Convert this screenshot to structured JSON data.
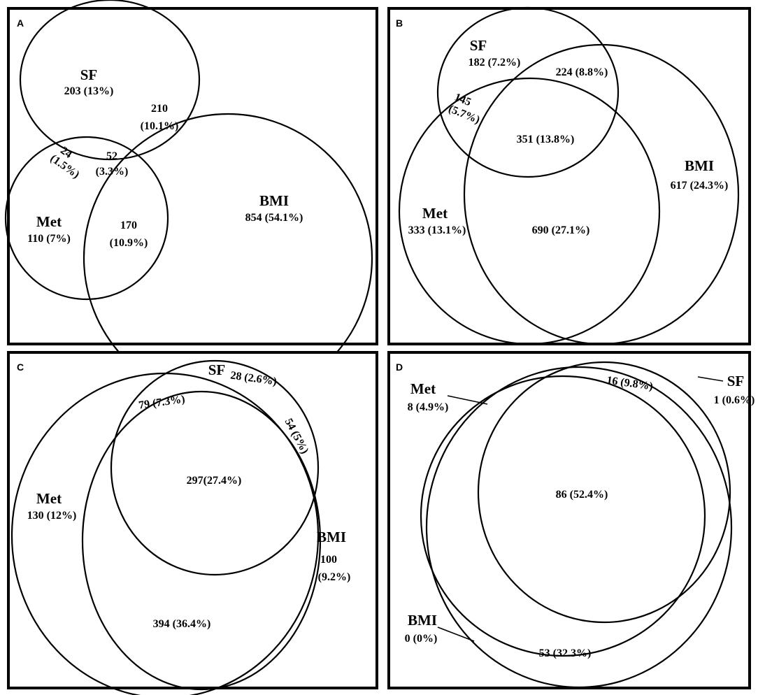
{
  "panels": {
    "a": {
      "letter": "A",
      "sets": {
        "sf": "SF",
        "met": "Met",
        "bmi": "BMI"
      },
      "regions": {
        "sf_only": "203 (13%)",
        "sf_bmi_1": "210",
        "sf_bmi_2": "(10.1%)",
        "sf_met_1": "24",
        "sf_met_2": "(1.5%)",
        "all_1": "52",
        "all_2": "(3.3%)",
        "met_only": "110 (7%)",
        "met_bmi_1": "170",
        "met_bmi_2": "(10.9%)",
        "bmi_only": "854 (54.1%)"
      }
    },
    "b": {
      "letter": "B",
      "sets": {
        "sf": "SF",
        "met": "Met",
        "bmi": "BMI"
      },
      "regions": {
        "sf_only": "182 (7.2%)",
        "sf_bmi": "224 (8.8%)",
        "sf_met_1": "145",
        "sf_met_2": "(5.7%)",
        "all": "351 (13.8%)",
        "bmi_only": "617 (24.3%)",
        "met_only": "333 (13.1%)",
        "met_bmi": "690 (27.1%)"
      }
    },
    "c": {
      "letter": "C",
      "sets": {
        "sf": "SF",
        "met": "Met",
        "bmi": "BMI"
      },
      "regions": {
        "sf_only": "28 (2.6%)",
        "sf_met": "79 (7.3%)",
        "sf_bmi": "54 (5%)",
        "all": "297(27.4%)",
        "met_only": "130 (12%)",
        "bmi_only_1": "100",
        "bmi_only_2": "(9.2%)",
        "met_bmi": "394 (36.4%)"
      }
    },
    "d": {
      "letter": "D",
      "sets": {
        "sf": "SF",
        "met": "Met",
        "bmi": "BMI"
      },
      "regions": {
        "met_only": "8 (4.9%)",
        "sf_met": "16 (9.8%)",
        "sf_only": "1 (0.6%)",
        "all": "86 (52.4%)",
        "bmi_only": "0 (0%)",
        "met_bmi": "53 (32.3%)"
      }
    }
  }
}
